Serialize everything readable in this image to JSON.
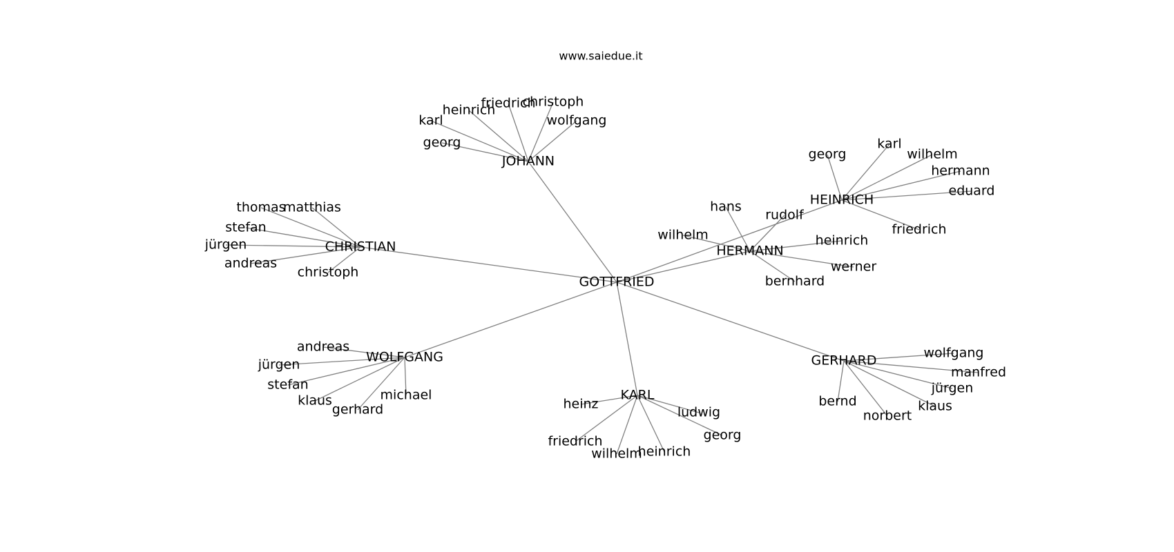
{
  "caption": "www.saiedue.it",
  "root": "GOTTFRIED",
  "colors": {
    "edge": "#808080",
    "text": "#000000",
    "background": "#ffffff"
  },
  "nodes": [
    {
      "id": "n0",
      "label": "GOTTFRIED"
    },
    {
      "id": "n1",
      "label": "JOHANN"
    },
    {
      "id": "n2",
      "label": "CHRISTIAN"
    },
    {
      "id": "n3",
      "label": "WOLFGANG"
    },
    {
      "id": "n4",
      "label": "KARL"
    },
    {
      "id": "n5",
      "label": "GERHARD"
    },
    {
      "id": "n6",
      "label": "HERMANN"
    },
    {
      "id": "n7",
      "label": "HEINRICH"
    },
    {
      "id": "n8",
      "label": "karl"
    },
    {
      "id": "n9",
      "label": "heinrich"
    },
    {
      "id": "n10",
      "label": "friedrich"
    },
    {
      "id": "n11",
      "label": "christoph"
    },
    {
      "id": "n12",
      "label": "wolfgang"
    },
    {
      "id": "n13",
      "label": "georg"
    },
    {
      "id": "n14",
      "label": "thomas"
    },
    {
      "id": "n15",
      "label": "matthias"
    },
    {
      "id": "n16",
      "label": "stefan"
    },
    {
      "id": "n17",
      "label": "jürgen"
    },
    {
      "id": "n18",
      "label": "andreas"
    },
    {
      "id": "n19",
      "label": "christoph"
    },
    {
      "id": "n20",
      "label": "andreas"
    },
    {
      "id": "n21",
      "label": "jürgen"
    },
    {
      "id": "n22",
      "label": "stefan"
    },
    {
      "id": "n23",
      "label": "klaus"
    },
    {
      "id": "n24",
      "label": "gerhard"
    },
    {
      "id": "n25",
      "label": "michael"
    },
    {
      "id": "n26",
      "label": "heinz"
    },
    {
      "id": "n27",
      "label": "friedrich"
    },
    {
      "id": "n28",
      "label": "wilhelm"
    },
    {
      "id": "n29",
      "label": "heinrich"
    },
    {
      "id": "n30",
      "label": "georg"
    },
    {
      "id": "n31",
      "label": "ludwig"
    },
    {
      "id": "n32",
      "label": "wolfgang"
    },
    {
      "id": "n33",
      "label": "manfred"
    },
    {
      "id": "n34",
      "label": "jürgen"
    },
    {
      "id": "n35",
      "label": "klaus"
    },
    {
      "id": "n36",
      "label": "norbert"
    },
    {
      "id": "n37",
      "label": "bernd"
    },
    {
      "id": "n38",
      "label": "hans"
    },
    {
      "id": "n39",
      "label": "rudolf"
    },
    {
      "id": "n40",
      "label": "wilhelm"
    },
    {
      "id": "n41",
      "label": "heinrich"
    },
    {
      "id": "n42",
      "label": "werner"
    },
    {
      "id": "n43",
      "label": "bernhard"
    },
    {
      "id": "n44",
      "label": "georg"
    },
    {
      "id": "n45",
      "label": "karl"
    },
    {
      "id": "n46",
      "label": "wilhelm"
    },
    {
      "id": "n47",
      "label": "hermann"
    },
    {
      "id": "n48",
      "label": "eduard"
    },
    {
      "id": "n49",
      "label": "friedrich"
    }
  ],
  "edges": [
    [
      "n0",
      "n1"
    ],
    [
      "n0",
      "n2"
    ],
    [
      "n0",
      "n3"
    ],
    [
      "n0",
      "n4"
    ],
    [
      "n0",
      "n5"
    ],
    [
      "n0",
      "n6"
    ],
    [
      "n0",
      "n7"
    ],
    [
      "n1",
      "n8"
    ],
    [
      "n1",
      "n9"
    ],
    [
      "n1",
      "n10"
    ],
    [
      "n1",
      "n11"
    ],
    [
      "n1",
      "n12"
    ],
    [
      "n1",
      "n13"
    ],
    [
      "n2",
      "n14"
    ],
    [
      "n2",
      "n15"
    ],
    [
      "n2",
      "n16"
    ],
    [
      "n2",
      "n17"
    ],
    [
      "n2",
      "n18"
    ],
    [
      "n2",
      "n19"
    ],
    [
      "n3",
      "n20"
    ],
    [
      "n3",
      "n21"
    ],
    [
      "n3",
      "n22"
    ],
    [
      "n3",
      "n23"
    ],
    [
      "n3",
      "n24"
    ],
    [
      "n3",
      "n25"
    ],
    [
      "n4",
      "n26"
    ],
    [
      "n4",
      "n27"
    ],
    [
      "n4",
      "n28"
    ],
    [
      "n4",
      "n29"
    ],
    [
      "n4",
      "n30"
    ],
    [
      "n4",
      "n31"
    ],
    [
      "n5",
      "n32"
    ],
    [
      "n5",
      "n33"
    ],
    [
      "n5",
      "n34"
    ],
    [
      "n5",
      "n35"
    ],
    [
      "n5",
      "n36"
    ],
    [
      "n5",
      "n37"
    ],
    [
      "n6",
      "n38"
    ],
    [
      "n6",
      "n39"
    ],
    [
      "n6",
      "n40"
    ],
    [
      "n6",
      "n41"
    ],
    [
      "n6",
      "n42"
    ],
    [
      "n6",
      "n43"
    ],
    [
      "n7",
      "n44"
    ],
    [
      "n7",
      "n45"
    ],
    [
      "n7",
      "n46"
    ],
    [
      "n7",
      "n47"
    ],
    [
      "n7",
      "n48"
    ],
    [
      "n7",
      "n49"
    ]
  ]
}
